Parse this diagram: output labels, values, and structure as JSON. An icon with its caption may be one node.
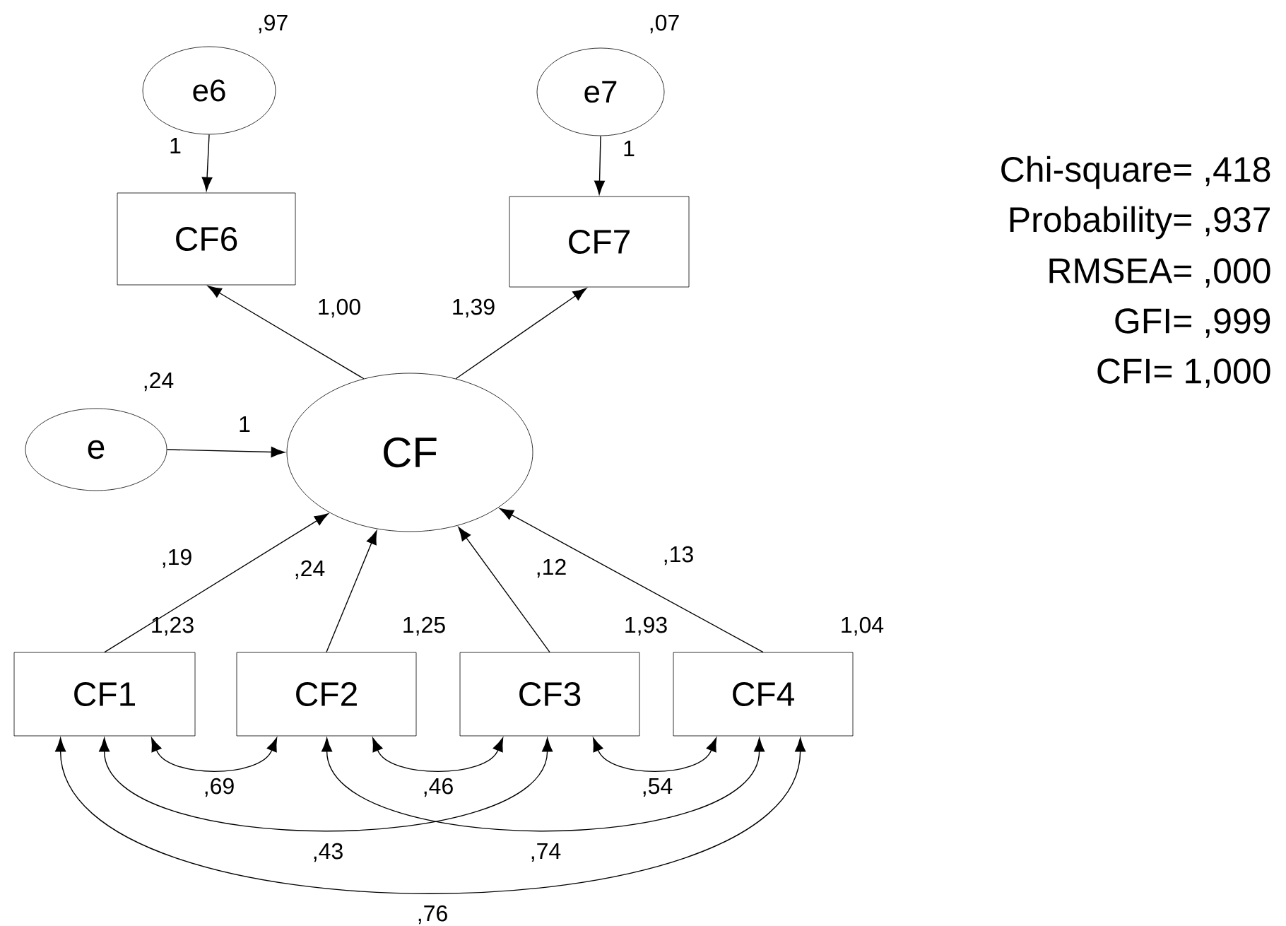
{
  "diagram": {
    "nodes": [
      {
        "text": [
          "e6"
        ],
        "beside": [
          ",97"
        ]
      },
      {
        "text": [
          "e7"
        ],
        "beside": [
          ",07"
        ]
      },
      {
        "text": [
          "CF6"
        ]
      },
      {
        "text": [
          "CF7"
        ]
      },
      {
        "text": [
          "e"
        ],
        "beside": [
          ",24"
        ]
      },
      {
        "text": [
          "CF"
        ]
      },
      {
        "text": [
          "CF1"
        ],
        "beside": [
          "1,23"
        ]
      },
      {
        "text": [
          "CF2"
        ],
        "beside": [
          "1,25"
        ]
      },
      {
        "text": [
          "CF3"
        ],
        "beside": [
          "1,93"
        ]
      },
      {
        "text": [
          "CF4"
        ],
        "beside": [
          "1,04"
        ]
      }
    ],
    "edges": [
      {
        "from": 0,
        "to": 2,
        "arrow": "to",
        "label": "1"
      },
      {
        "from": 1,
        "to": 3,
        "arrow": "to",
        "label": "1"
      },
      {
        "from": 5,
        "to": 2,
        "arrow": "to",
        "label": "1,00"
      },
      {
        "from": 5,
        "to": 3,
        "arrow": "to",
        "label": "1,39"
      },
      {
        "from": 4,
        "to": 5,
        "arrow": "to",
        "label": "1"
      },
      {
        "from": 6,
        "to": 5,
        "arrow": "to",
        "label": ",19"
      },
      {
        "from": 7,
        "to": 5,
        "arrow": "to",
        "label": ",24"
      },
      {
        "from": 8,
        "to": 5,
        "arrow": "to",
        "label": ",12"
      },
      {
        "from": 9,
        "to": 5,
        "arrow": "to",
        "label": ",13"
      },
      {
        "from": 6,
        "to": 7,
        "arrow": "both",
        "label": ",69"
      },
      {
        "from": 7,
        "to": 8,
        "arrow": "both",
        "label": ",46"
      },
      {
        "from": 8,
        "to": 9,
        "arrow": "both",
        "label": ",54"
      },
      {
        "from": 6,
        "to": 8,
        "arrow": "both",
        "label": ",43"
      },
      {
        "from": 7,
        "to": 9,
        "arrow": "both",
        "label": ",74"
      },
      {
        "from": 6,
        "to": 9,
        "arrow": "both",
        "label": ",76"
      }
    ],
    "labels": [
      "Chi-square=  ,418",
      "Probability=  ,937",
      "RMSEA=  ,000",
      "GFI=  ,999",
      "CFI=  1,000"
    ]
  }
}
